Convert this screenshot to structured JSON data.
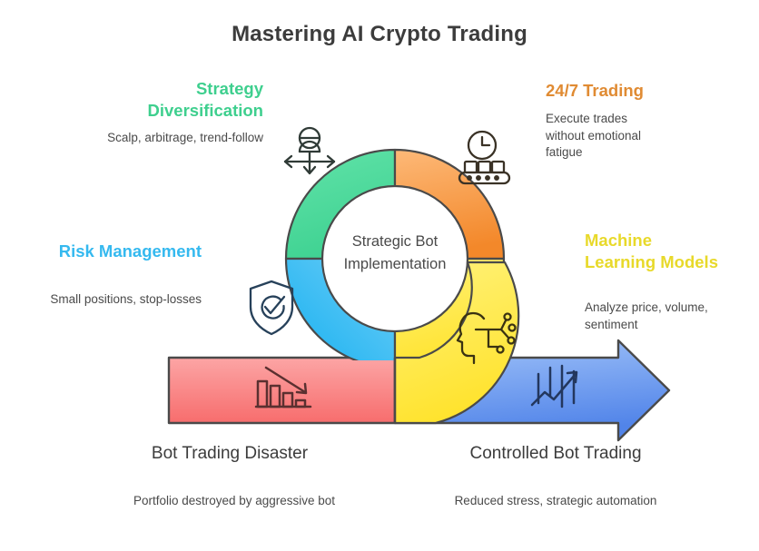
{
  "header": {
    "title": "Mastering AI Crypto Trading"
  },
  "center": {
    "line1": "Strategic Bot",
    "line2": "Implementation",
    "text": "Strategic Bot Implementation"
  },
  "cycle": {
    "segments": [
      {
        "id": "strategy-diversification",
        "label": "Strategy Diversification",
        "description": "Scalp, arbitrage, trend-follow",
        "color": "#4ddb9b",
        "color_dark": "#35cf8c",
        "label_color": "#3ecf8e",
        "icon": "diversification-arrows-icon",
        "position": "top-left"
      },
      {
        "id": "24-7-trading",
        "label": "24/7 Trading",
        "description": "Execute trades without emotional fatigue",
        "color": "#fcaf62",
        "color_dark": "#f58a2b",
        "label_color": "#e08b33",
        "icon": "clock-conveyor-icon",
        "position": "top-right"
      },
      {
        "id": "risk-management",
        "label": "Risk Management",
        "description": "Small positions, stop-losses",
        "color": "#5ec8f5",
        "color_dark": "#22b2ef",
        "label_color": "#35b9ef",
        "icon": "shield-check-icon",
        "position": "bottom-left"
      },
      {
        "id": "machine-learning-models",
        "label": "Machine Learning Models",
        "description": "Analyze price, volume, sentiment",
        "color": "#ffef6b",
        "color_dark": "#ffe234",
        "label_color": "#e8d92a",
        "icon": "ai-brain-nodes-icon",
        "position": "bottom-right"
      }
    ]
  },
  "arrow": {
    "left_block": {
      "id": "bot-trading-disaster",
      "title": "Bot Trading Disaster",
      "description": "Portfolio destroyed by aggressive bot",
      "color": "#fb9e9e",
      "color_dark": "#f76a6a",
      "icon": "declining-bar-chart-icon"
    },
    "right_block": {
      "id": "controlled-bot-trading",
      "title": "Controlled Bot Trading",
      "description": "Reduced stress, strategic automation",
      "color": "#9cc0f7",
      "color_dark": "#5183e8",
      "icon": "rising-candlestick-icon"
    }
  },
  "style": {
    "stroke": "#4a4a4a",
    "background": "#ffffff"
  }
}
